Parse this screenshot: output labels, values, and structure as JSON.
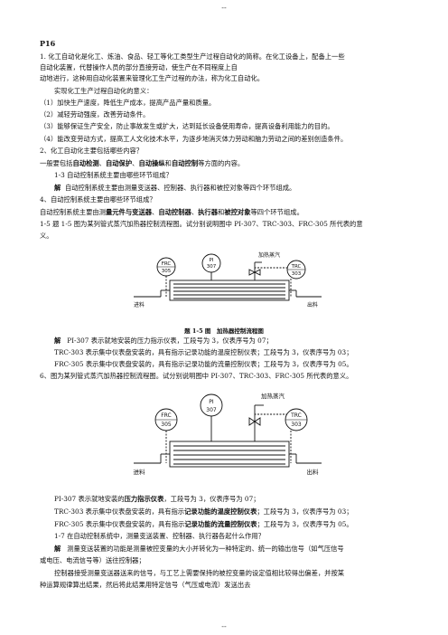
{
  "page_marker_top": "--",
  "page_marker_bottom": "--",
  "page_heading": "P16",
  "q1": {
    "line1": "1. 化工自动化是化工、炼油、食品、轻工等化工类型生产过程自动化的简称。在化工设备上，配备上一些",
    "line2": "自动化装置，代替操作人员的部分直接劳动，使生产在不同程度上自",
    "line3": "动地进行，这种用自动化装置来管理化工生产过程的办法，称为化工自动化。",
    "meaning": "实现化工生产过程自动化的意义：",
    "items": [
      "（1）加快生产速度，降低生产成本，提高产品产量和质量。",
      "（2）减轻劳动强度，改善劳动条件。",
      "（3）能够保证生产安全，防止事故发生或扩大，达到延长设备使用寿命，提高设备利用能力的目的。",
      "（4）能改变劳动方式，提高工人文化技术水平，为逐步地消灭体力劳动和脑力劳动之间的差别创造条件。"
    ]
  },
  "q2": {
    "title": "2、化工自动化主要包括哪些内容？",
    "a_prefix": "一般要包括",
    "a_b1": "自动检测",
    "a_s1": "、",
    "a_b2": "自动保护",
    "a_s2": "、",
    "a_b3": "自动操纵",
    "a_s3": "和",
    "a_b4": "自动控制",
    "a_suffix": "等方面的内容。"
  },
  "q13": {
    "title": "1-3 自动控制系统主要由哪些环节组成？",
    "ans_label": "解",
    "ans": "自动控制系统主要由测量变送器、控制器、执行器和被控对象等四个环节组成。"
  },
  "q4": {
    "title": "4、自动控制系统主要由哪些环节组成？",
    "a_prefix": "自动控制系统主要由测",
    "a_b1": "量元件与变送器",
    "a_s1": "、",
    "a_b2": "自动控制器",
    "a_s2": "、",
    "a_b3": "执行器",
    "a_s3": "和",
    "a_b4": "被控对象",
    "a_suffix": "等四个环节组成。"
  },
  "q15": {
    "line1": "1-5 题 1-5 图为某列管式蒸汽加热器控制流程图。试分别说明图中 PI-307、TRC-303、FRC-305 所代表的意",
    "line2": "义。"
  },
  "diagram": {
    "frc_top": "FRC",
    "frc_num": "305",
    "pi_top": "PI",
    "pi_num": "307",
    "trc_top": "TRC",
    "trc_num": "303",
    "steam": "加热蒸汽",
    "inlet": "进料",
    "outlet": "出料"
  },
  "fig_caption": "题 1-5 图　加热器控制流程图",
  "ans15": {
    "label": "解",
    "pi": "PI-307 表示就地安装的压力指示仪表，工段号为 3，仪表序号为 07；",
    "trc": "TRC-303 表示集中仪表盘安装的，具有指示记录功能的温度控制仪表；工段号为 3，仪表序号为 03；",
    "frc": "FRC-305 表示集中仪表盘安装的，具有指示记录功能的流量控制仪表；工段号为 3，仪表序号为 05。"
  },
  "q6": {
    "line1": "6、图为某列管式蒸汽加热器控制流程图。试分别说明图中 PI-307、TRC-303、FRC-305 所代表的意义。"
  },
  "ans6": {
    "pi_pre": "PI-307 表示就地安装的",
    "pi_bold": "压力指示仪表",
    "pi_post": "，工段号为 3，仪表序号为 07；",
    "trc_pre": "TRC-303 表示集中仪表盘安装的，具有指示",
    "trc_bold": "记录功能的温度控制仪表",
    "trc_post": "；工段号为 3，仪表序号为 03；",
    "frc_pre": "FRC-305 表示集中仪表盘安装的，具有指示",
    "frc_bold": "记录功能的流量控制仪表",
    "frc_post": "；工段号为 3，仪表序号为 05。"
  },
  "q17": {
    "title": "1-7 在自动控制系统中，测量变送装置、控制器、执行器各起什么作用？",
    "ans_label": "解",
    "ans1": "测量变送装置的功能是测量被控变量的大小并转化为一种特定的、统一的输出信号（如气压信号",
    "ans2": "或电压、电流信号等）送往控制器；",
    "ans3": "控制器接受测量变送器送来的信号，与工艺上需要保持的被控变量的设定值相比较得出偏差，并按某",
    "ans4": "种运算规律算出结果，然后将此结果用特定信号（气压或电流）发送出去"
  }
}
